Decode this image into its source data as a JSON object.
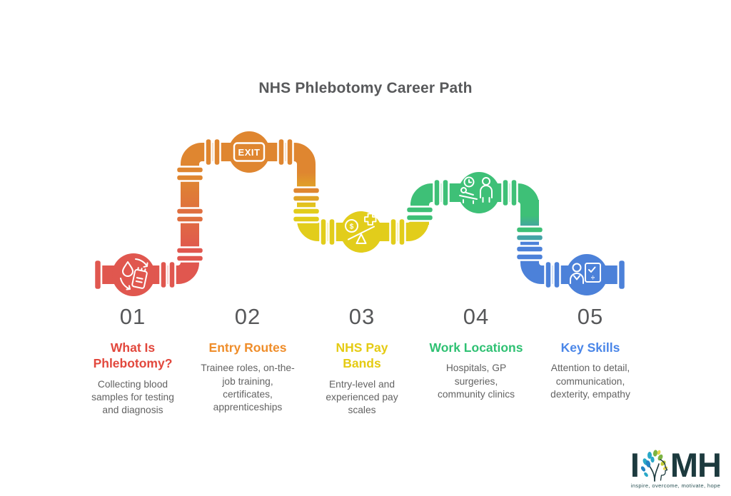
{
  "title": "NHS Phlebotomy Career Path",
  "pipeline": {
    "exit_sign": "EXIT",
    "pay_icon_symbol": "$",
    "skills_icon_divide": "÷",
    "steps": [
      {
        "number": "01",
        "title": "What Is\nPhlebotomy?",
        "description": "Collecting blood\nsamples for testing\nand diagnosis",
        "color": "#e0574f",
        "icon": "blood-bag-icon"
      },
      {
        "number": "02",
        "title": "Entry Routes",
        "description": "Trainee roles, on-the-\njob training,\ncertificates,\napprenticeships",
        "color": "#df8630",
        "icon": "exit-sign-icon"
      },
      {
        "number": "03",
        "title": "NHS Pay\nBands",
        "description": "Entry-level and\nexperienced pay\nscales",
        "color": "#e2cd1b",
        "icon": "pay-scale-icon"
      },
      {
        "number": "04",
        "title": "Work Locations",
        "description": "Hospitals, GP\nsurgeries,\ncommunity clinics",
        "color": "#3ec077",
        "icon": "clinic-scene-icon"
      },
      {
        "number": "05",
        "title": "Key Skills",
        "description": "Attention to detail,\ncommunication,\ndexterity, empathy",
        "color": "#4c81d9",
        "icon": "skills-checklist-icon"
      }
    ]
  },
  "colors": {
    "pipe_red": "#e0574f",
    "pipe_orange": "#df8630",
    "pipe_yellow": "#e2cd1b",
    "pipe_green": "#3ec077",
    "pipe_blue": "#4c81d9",
    "heading_text": "#58595b",
    "body_text": "#636363",
    "logo_dark": "#1c3a3e"
  },
  "logo": {
    "prefix": "I",
    "suffix": "MH",
    "tagline": "inspire, overcome, motivate, hope"
  }
}
